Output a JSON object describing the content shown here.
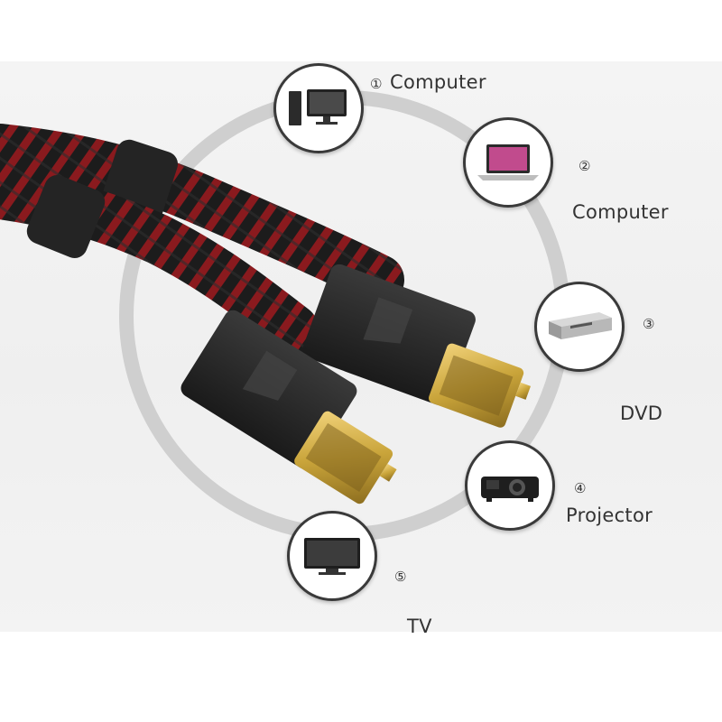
{
  "devices": [
    {
      "id": "computer-desktop",
      "number": "①",
      "label": "Computer",
      "icon": "desktop-computer-icon"
    },
    {
      "id": "computer-laptop",
      "number": "②",
      "label": "Computer",
      "icon": "laptop-icon"
    },
    {
      "id": "dvd",
      "number": "③",
      "label": "DVD",
      "icon": "dvd-player-icon"
    },
    {
      "id": "projector",
      "number": "④",
      "label": "Projector",
      "icon": "projector-icon"
    },
    {
      "id": "tv",
      "number": "⑤",
      "label": "TV",
      "icon": "tv-icon"
    }
  ],
  "colors": {
    "ring": "#cfcfcf",
    "cable_black": "#1c1c1c",
    "cable_red": "#8a1a1e",
    "connector_body": "#2b2b2b",
    "connector_gold": "#c9a43a",
    "text": "#333333"
  }
}
